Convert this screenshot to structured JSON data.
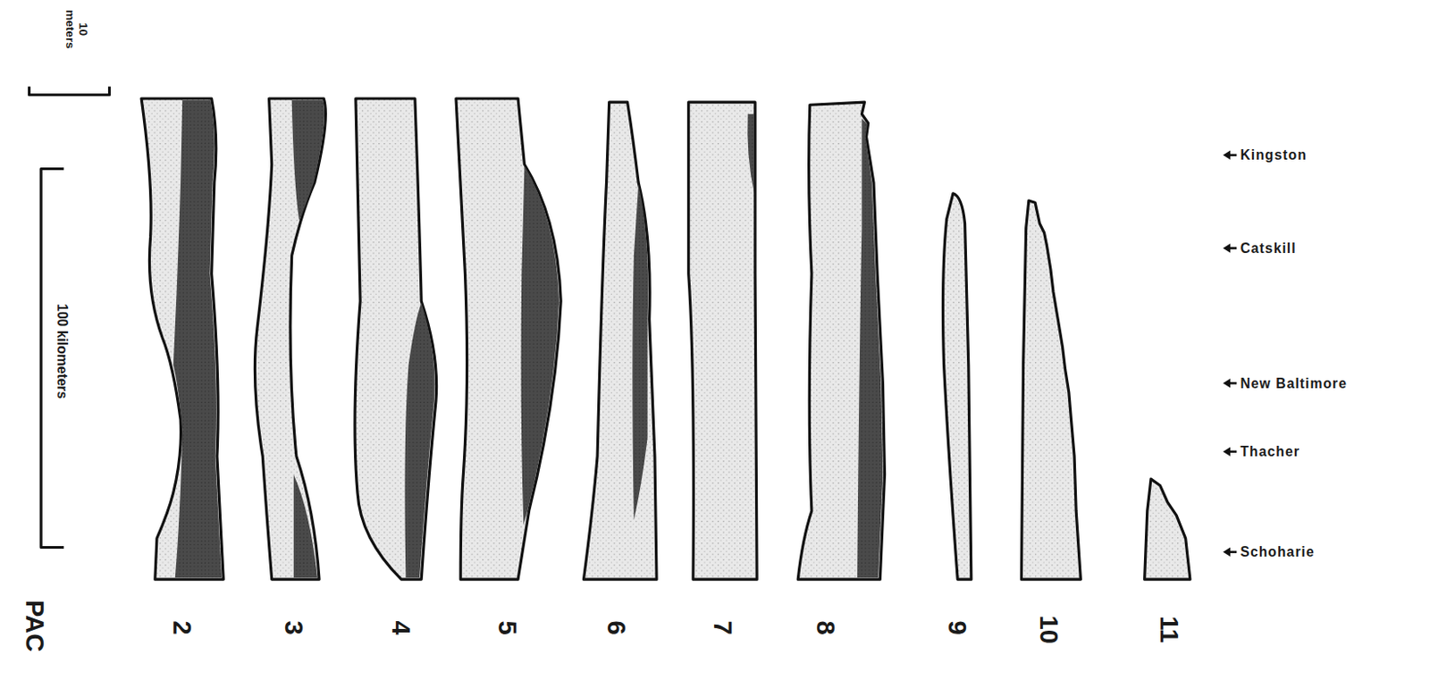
{
  "diagram": {
    "labels": [
      "10 meters",
      "100 kilometers",
      "Kingston",
      "Catskill",
      "New Baltimore",
      "Thacher",
      "Schoharie",
      "PAC",
      "2",
      "3",
      "4",
      "5",
      "6",
      "7",
      "8",
      "9",
      "10",
      "11"
    ]
  }
}
